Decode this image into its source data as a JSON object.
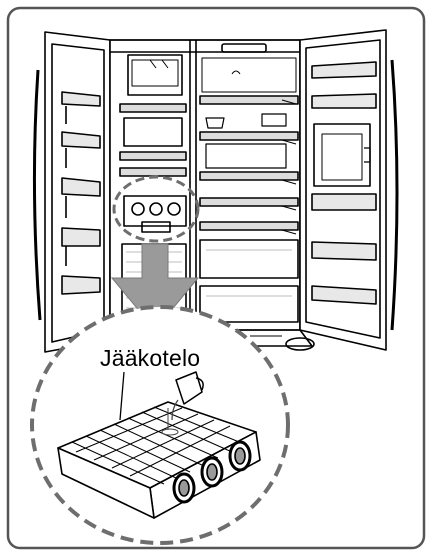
{
  "callout": {
    "label": "Jääkotelo"
  },
  "colors": {
    "line": "#000000",
    "frame": "#555555",
    "dashed_circle": "#6e6e6e",
    "arrow": "#9a9a9a",
    "shelf_shade": "#bdbdbd",
    "background": "#ffffff"
  },
  "icons": {
    "fridge": "refrigerator-open-doors-illustration",
    "tray": "ice-tray-illustration",
    "pitcher": "water-pitcher-icon",
    "arrow": "down-arrow-icon"
  }
}
